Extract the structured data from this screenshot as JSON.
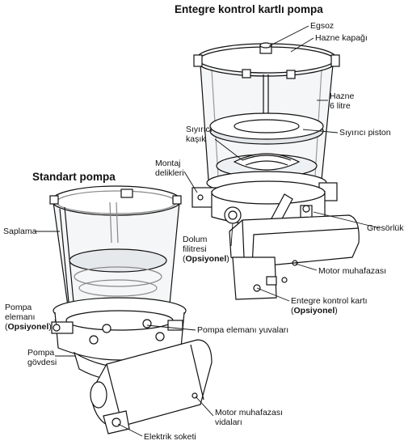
{
  "titles": {
    "integrated": "Entegre kontrol kartlı pompa",
    "standard": "Standart pompa"
  },
  "labels": {
    "egsoz": "Egsoz",
    "hazne_kapagi": "Hazne kapağı",
    "hazne_line1": "Hazne",
    "hazne_line2": "6 litre",
    "siyirici_piston": "Sıyırıcı piston",
    "siyirici_kasik_line1": "Sıyırıcı",
    "siyirici_kasik_line2": "kaşık",
    "montaj_line1": "Montaj",
    "montaj_line2": "delikleri",
    "gresorluk": "Gresörlük",
    "dolum_line1": "Dolum",
    "dolum_line2": "filitresi",
    "opsiyonel_open": "(",
    "opsiyonel": "Opsiyonel",
    "opsiyonel_close": ")",
    "motor_muhafazasi": "Motor muhafazası",
    "entegre_kart": "Entegre kontrol kartı",
    "saplama": "Saplama",
    "pompa_elemani_line1": "Pompa",
    "pompa_elemani_line2": "elemanı",
    "pompa_elemani_yuvalari": "Pompa elemanı yuvaları",
    "pompa_govdesi_line1": "Pompa",
    "pompa_govdesi_line2": "gövdesi",
    "motor_vidalari_line1": "Motor muhafazası",
    "motor_vidalari_line2": "vidaları",
    "elektrik_soketi": "Elektrik soketi"
  },
  "colors": {
    "line": "#111111",
    "reservoir_fill": "#f4f6f7",
    "body_fill": "#ffffff",
    "shade": "#cfd3d6"
  }
}
